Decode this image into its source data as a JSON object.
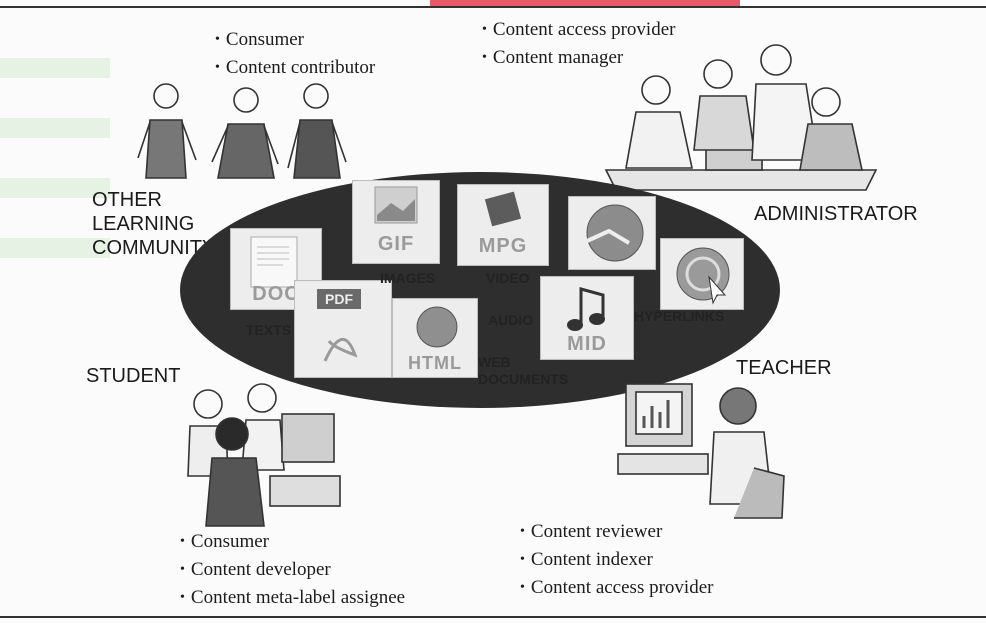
{
  "roles": {
    "other_learning_community": "OTHER\nLEARNING\nCOMMUNITY",
    "administrator": "ADMINISTRATOR",
    "student": "STUDENT",
    "teacher": "TEACHER"
  },
  "bullets": {
    "other_learning_community": [
      "Consumer",
      "Content contributor"
    ],
    "administrator": [
      "Content access provider",
      "Content manager"
    ],
    "student": [
      "Consumer",
      "Content developer",
      "Content meta-label assignee"
    ],
    "teacher": [
      "Content reviewer",
      "Content indexer",
      "Content access provider"
    ]
  },
  "icons": {
    "gif": "GIF",
    "mpg": "MPG",
    "doc": "DOC",
    "pdf": "PDF",
    "html": "HTML",
    "mid": "MID"
  },
  "captions": {
    "images": "IMAGES",
    "video": "VIDEO",
    "texts": "TEXTS",
    "audio": "AUDIO",
    "hyperlinks": "HYPERLINKS",
    "web_documents": "WEB\nDOCUMENTS"
  },
  "colors": {
    "ellipse": "#2e2e2e",
    "accent_bar": "#e85a6a",
    "icon_bg": "#ededed"
  }
}
